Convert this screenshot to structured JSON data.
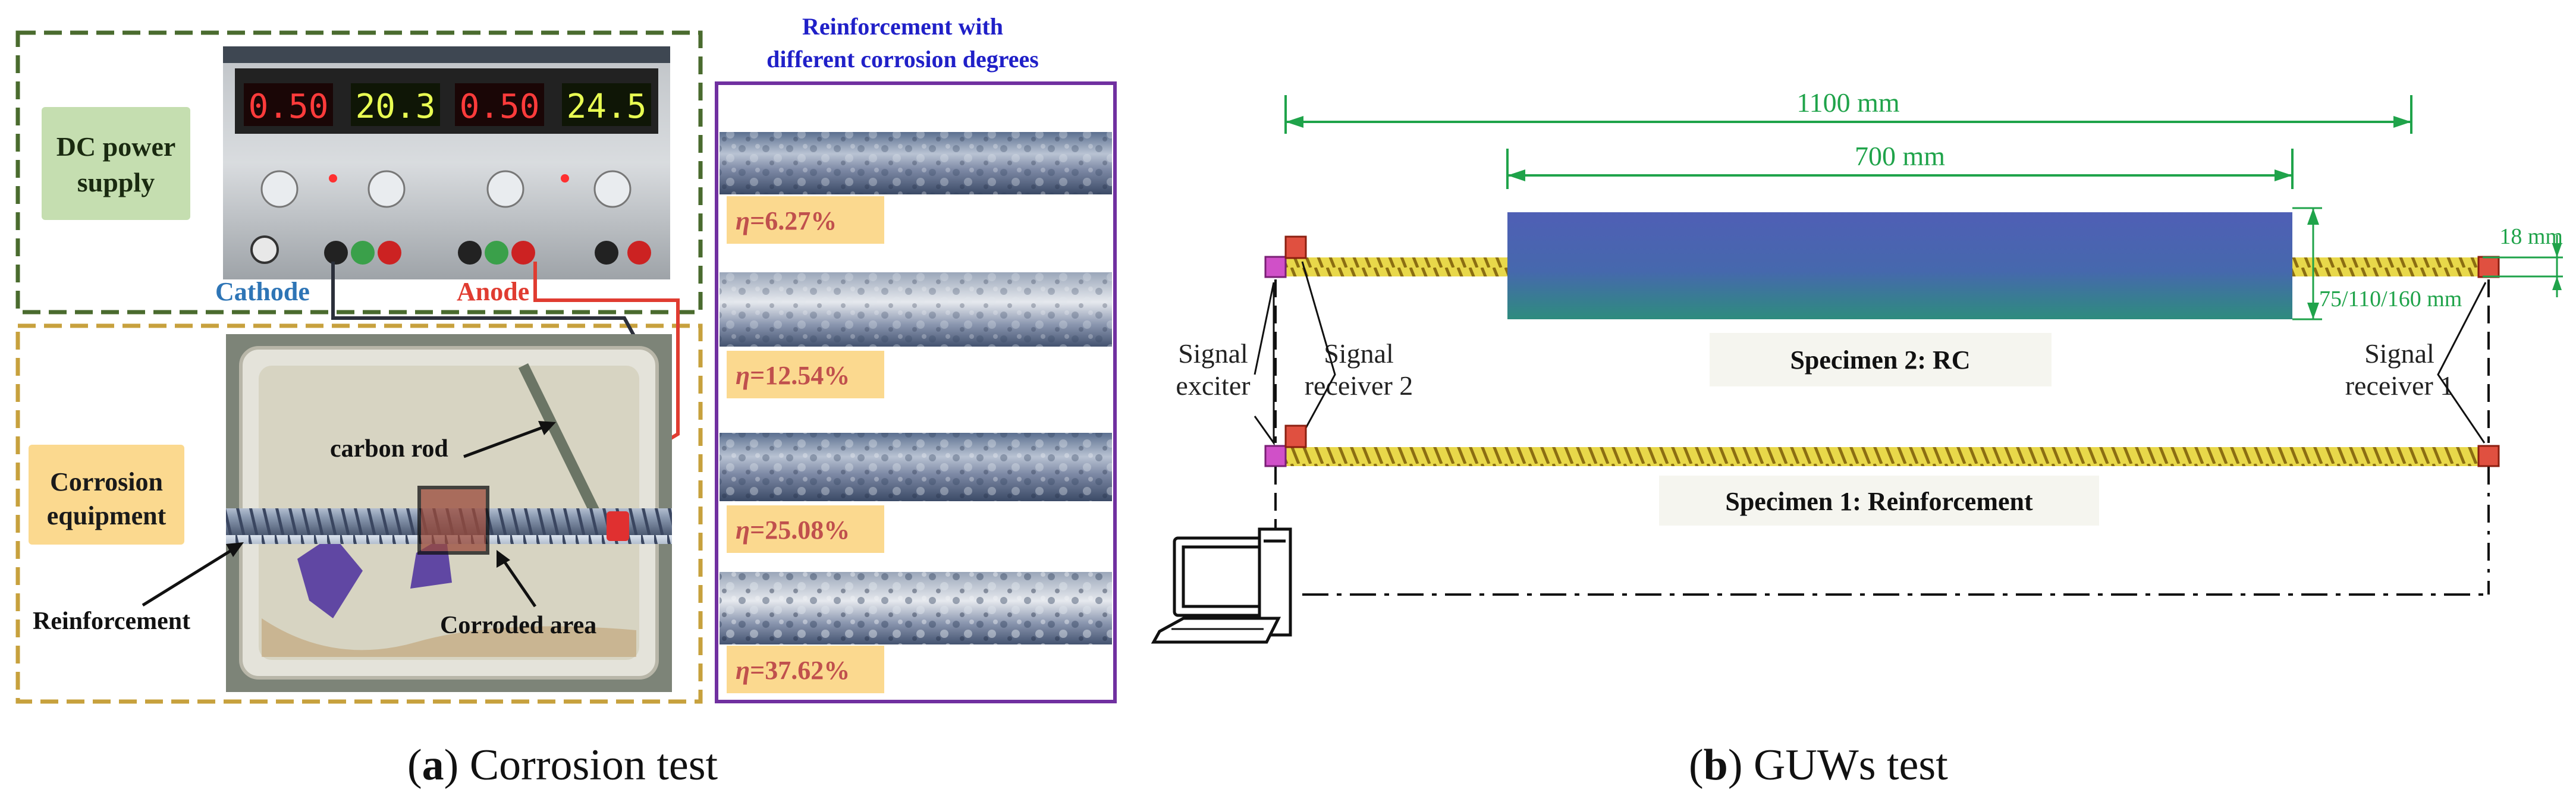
{
  "panel_a": {
    "dc_power_label_1": "DC power",
    "dc_power_label_2": "supply",
    "corrosion_label_1": "Corrosion",
    "corrosion_label_2": "equipment",
    "cathode": "Cathode",
    "anode": "Anode",
    "carbon_rod": "carbon rod",
    "reinforcement": "Reinforcement",
    "corroded_area": "Corroded area",
    "display_readings": [
      "0.50",
      "20.3",
      "0.50",
      "24.5"
    ],
    "samples_title_1": "Reinforcement with",
    "samples_title_2": "different corrosion degrees",
    "eta_symbol": "η",
    "degrees": [
      "=6.27%",
      "=12.54%",
      "=25.08%",
      "=37.62%"
    ],
    "caption_letter": "a",
    "caption_text": " Corrosion test"
  },
  "panel_b": {
    "dim_total": "1100 mm",
    "dim_rc": "700 mm",
    "dim_bar": "18 mm",
    "dim_diam": "75/110/160 mm",
    "signal_exciter_1": "Signal",
    "signal_exciter_2": "exciter",
    "signal_receiver2_1": "Signal",
    "signal_receiver2_2": "receiver 2",
    "signal_receiver1_1": "Signal",
    "signal_receiver1_2": "receiver 1",
    "specimen2": "Specimen 2: RC",
    "specimen1": "Specimen 1: Reinforcement",
    "caption_letter": "b",
    "caption_text": " GUWs test"
  },
  "colors": {
    "green_dash": "#4a6b2e",
    "orange_dash": "#c7a13d",
    "purple_frame": "#7030a0",
    "dim_green": "#1fa34a",
    "label_bg_green": "#c5deb0",
    "label_bg_orange": "#fbd98f",
    "cathode_blue": "#2e75b6",
    "anode_red": "#e03c31",
    "title_blue": "#2020c8",
    "eta_red": "#c0504d",
    "rc_blue": "#4f5fb5",
    "rc_teal": "#2e8c7e"
  }
}
